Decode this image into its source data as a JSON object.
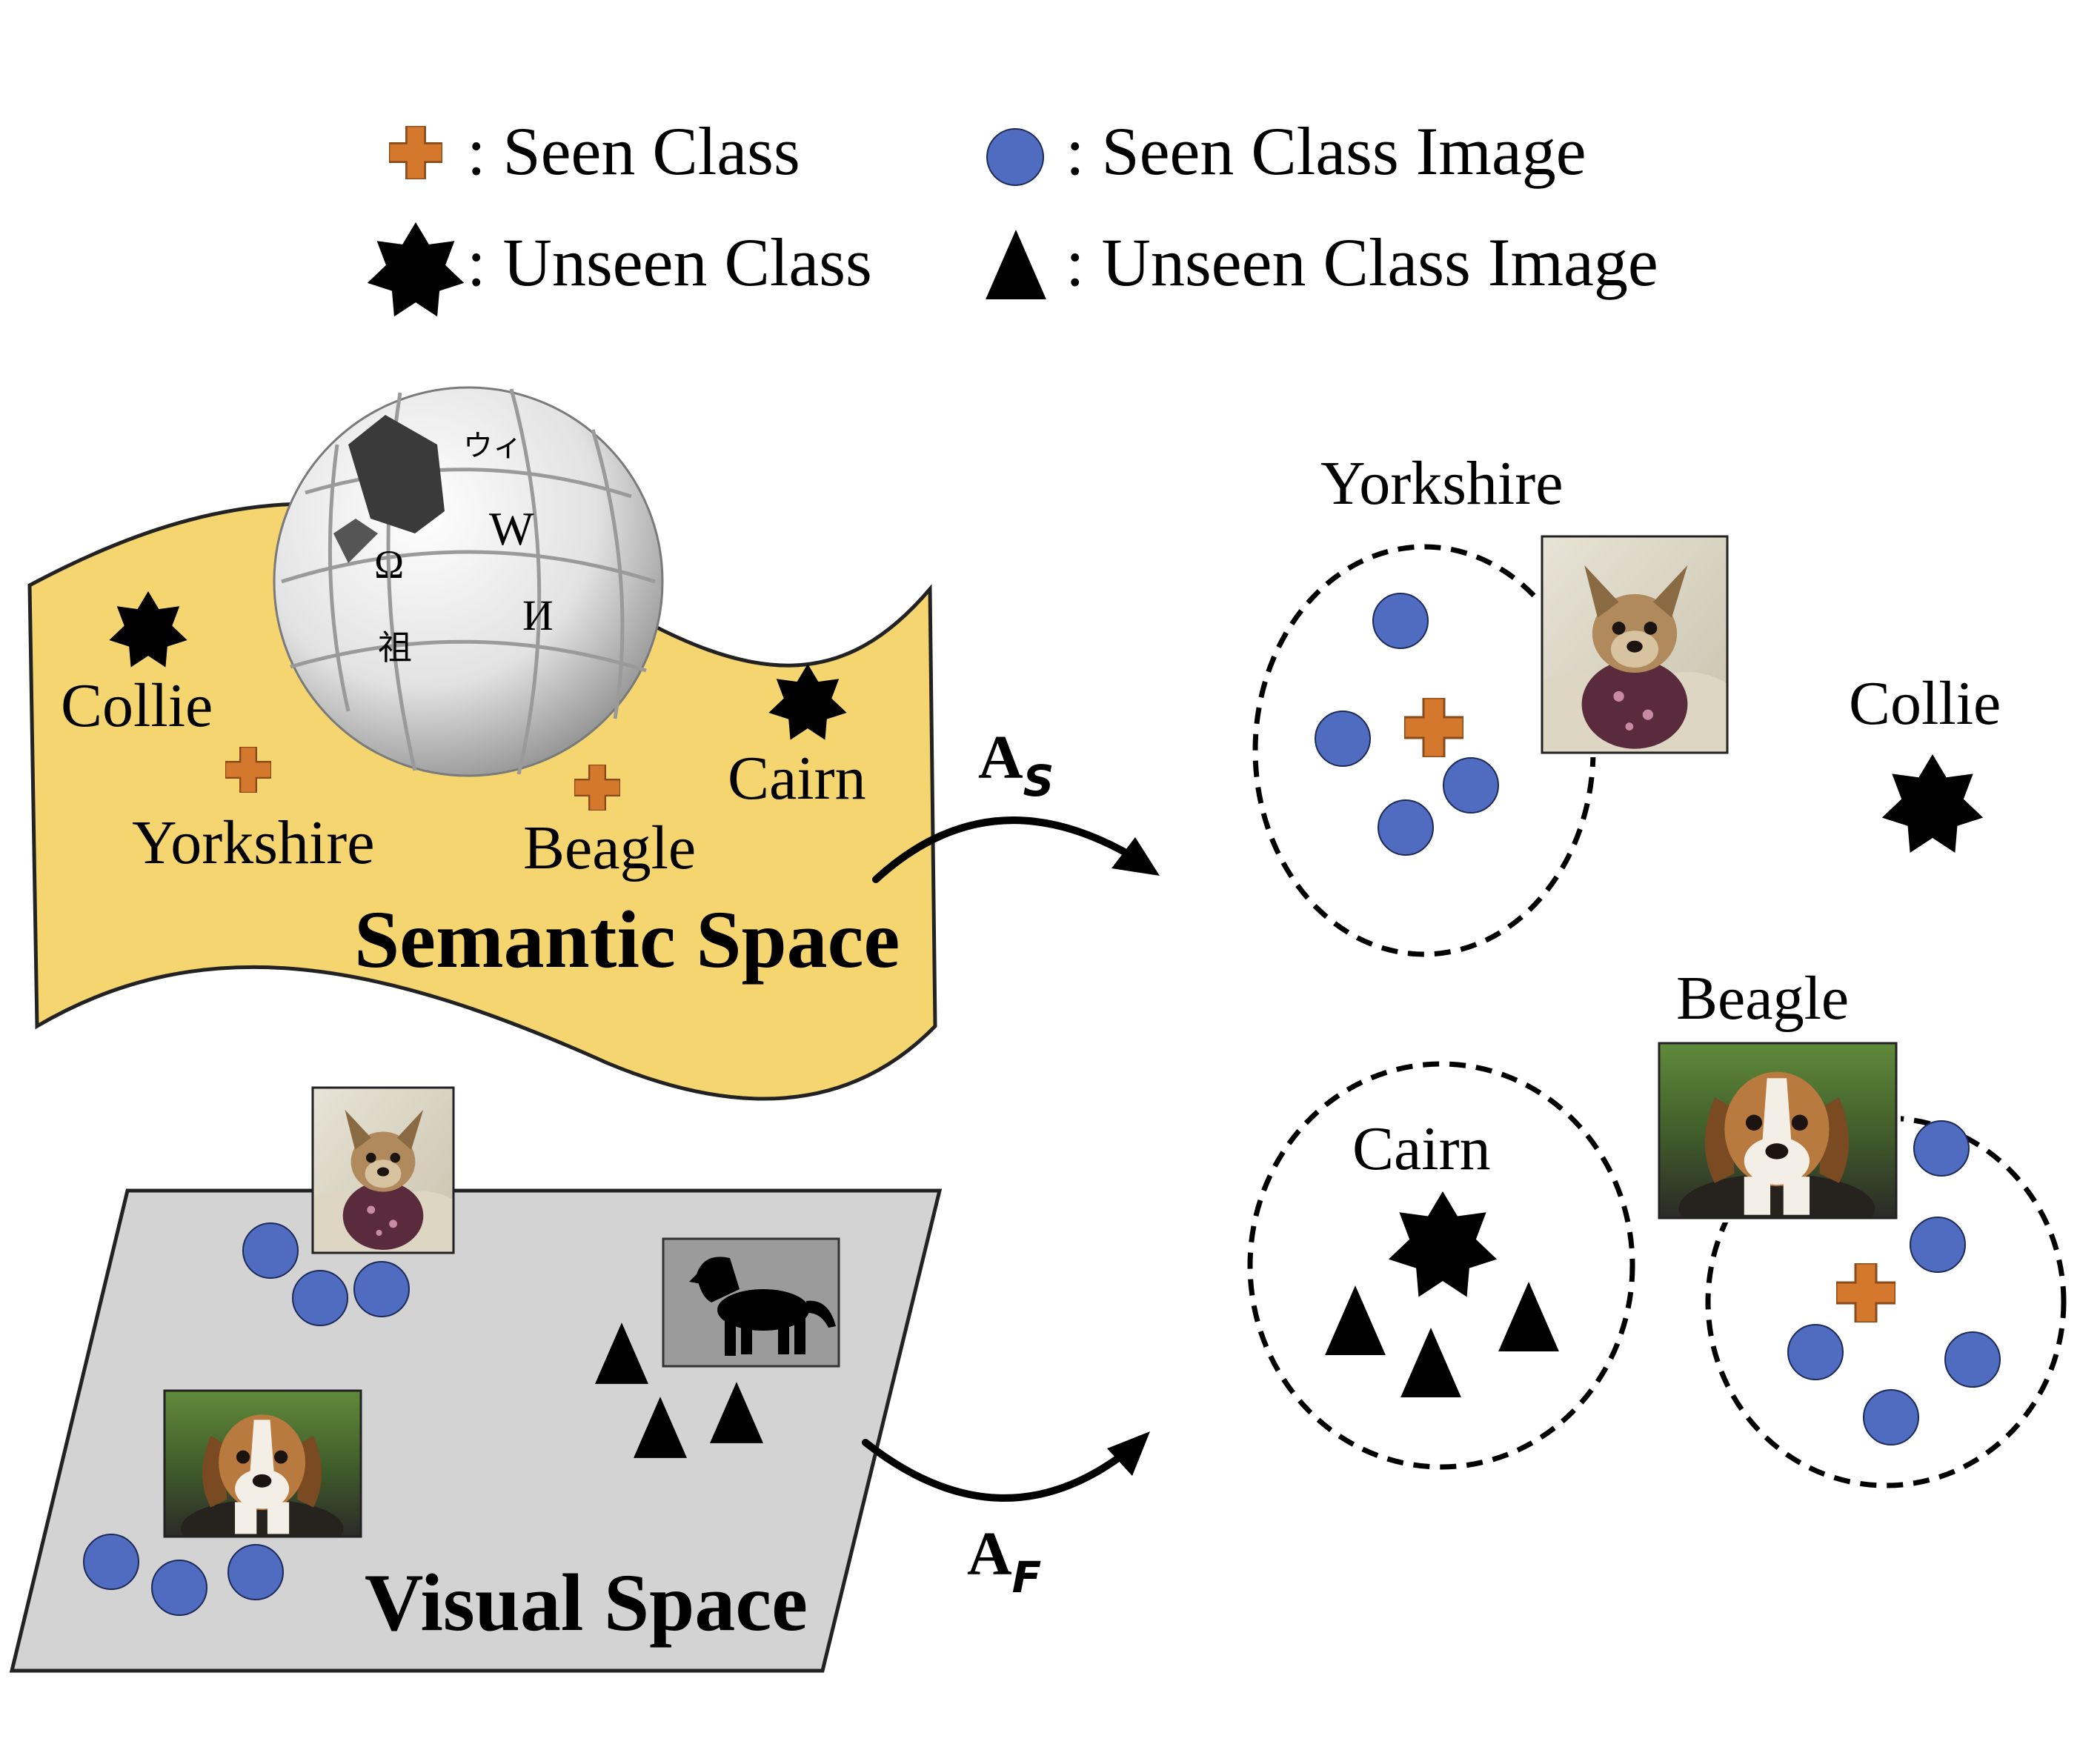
{
  "legend": {
    "seen_class": ": Seen Class",
    "unseen_class": ": Unseen Class",
    "seen_class_image": ": Seen Class Image",
    "unseen_class_image": ": Unseen Class Image"
  },
  "semantic_space": {
    "title": "Semantic Space",
    "labels": {
      "collie": "Collie",
      "yorkshire": "Yorkshire",
      "beagle": "Beagle",
      "cairn": "Cairn"
    },
    "globe_glyphs": [
      "Ω",
      "W",
      "И",
      "祖",
      "ウィ"
    ]
  },
  "visual_space": {
    "title": "Visual Space",
    "unknown_mark": "?"
  },
  "arrows": {
    "semantic": {
      "main": "A",
      "sub": "S"
    },
    "visual": {
      "main": "A",
      "sub": "F"
    }
  },
  "clusters": {
    "yorkshire": "Yorkshire",
    "collie": "Collie",
    "beagle": "Beagle",
    "cairn": "Cairn"
  },
  "colors": {
    "semantic_fill": "#F5D570",
    "visual_fill": "#D3D3D3",
    "seen_class": "#D4782E",
    "seen_image": "#4F6CC0",
    "unseen": "#000000"
  },
  "icons": {
    "seen_class": "cross-icon",
    "unseen_class": "star-icon",
    "seen_image": "circle-icon",
    "unseen_image": "triangle-icon",
    "globe": "wikipedia-globe-icon",
    "dog_silhouette": "dog-silhouette-icon"
  }
}
